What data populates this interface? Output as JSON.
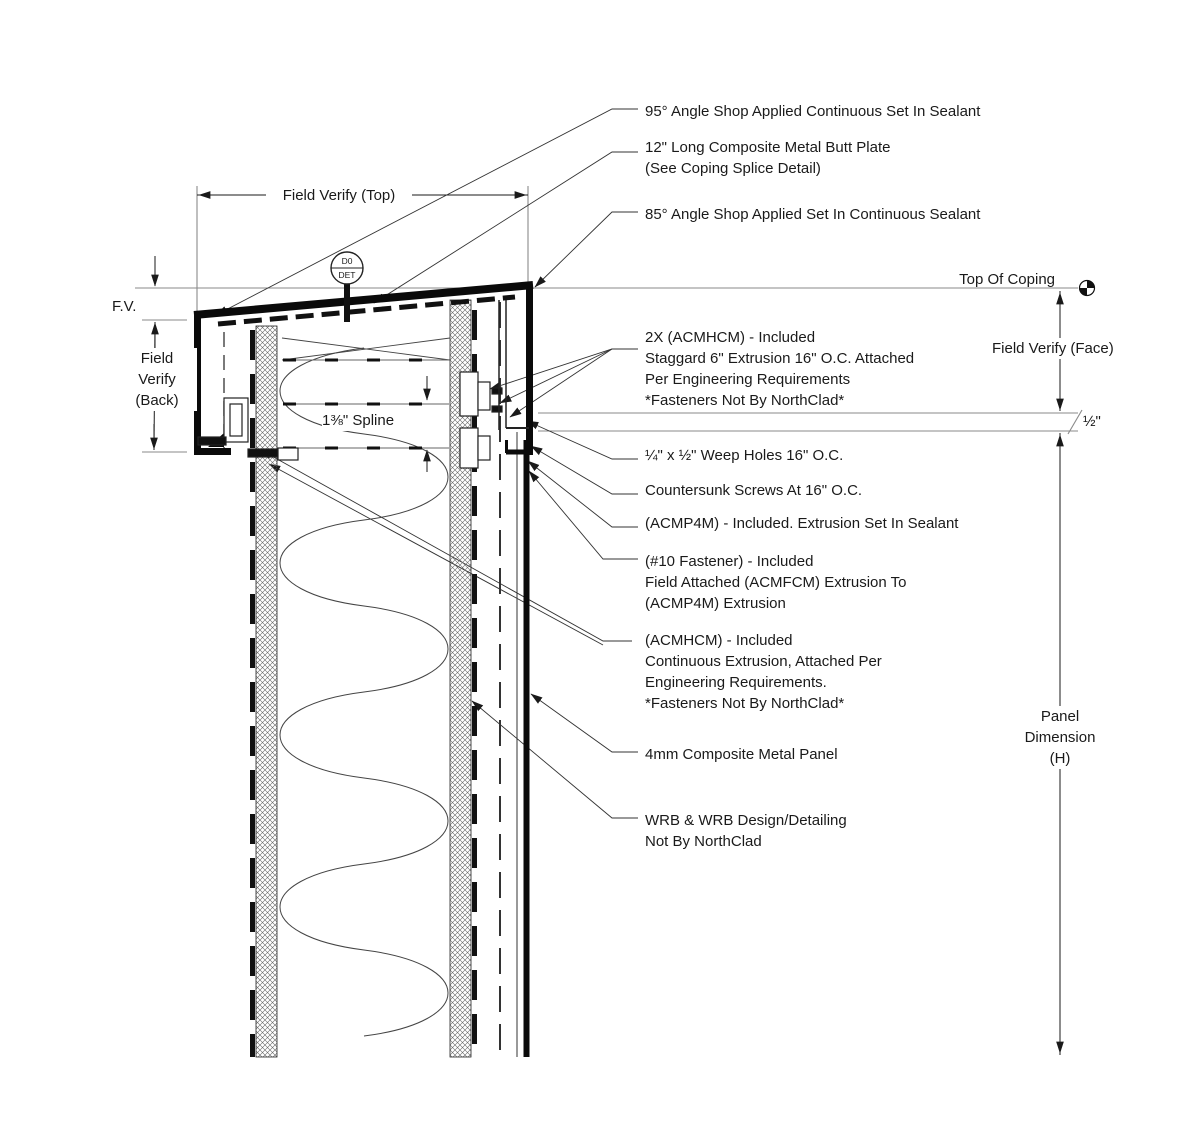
{
  "annotations": {
    "sealant_95": "95° Angle Shop Applied Continuous Set In Sealant",
    "butt_plate": [
      "12\" Long Composite Metal Butt Plate",
      "(See Coping Splice Detail)"
    ],
    "sealant_85": "85° Angle Shop Applied Set In Continuous Sealant",
    "extrusion_2x": [
      "2X (ACMHCM) - Included",
      "Staggard 6\" Extrusion 16\" O.C. Attached",
      "Per Engineering Requirements",
      "*Fasteners Not By NorthClad*"
    ],
    "weep_holes": "¼\" x ½\" Weep Holes 16\" O.C.",
    "countersunk": "Countersunk Screws At 16\" O.C.",
    "acmp4m": "(ACMP4M) - Included. Extrusion Set In Sealant",
    "fastener_10": [
      "(#10 Fastener) - Included",
      "Field Attached (ACMFCM) Extrusion To",
      "(ACMP4M) Extrusion"
    ],
    "acmhcm_continuous": [
      "(ACMHCM)  - Included",
      "Continuous Extrusion, Attached Per",
      "Engineering Requirements.",
      "*Fasteners Not By NorthClad*"
    ],
    "panel_4mm": "4mm Composite Metal Panel",
    "wrb": [
      "WRB & WRB Design/Detailing",
      "Not By NorthClad"
    ]
  },
  "dimensions": {
    "field_verify_top": "Field Verify (Top)",
    "fv": "F.V.",
    "field_verify_back": [
      "Field",
      "Verify",
      "(Back)"
    ],
    "top_of_coping": "Top Of Coping",
    "field_verify_face": "Field Verify (Face)",
    "half_inch": "½\"",
    "spline": "1⅜\" Spline",
    "panel_dimension": [
      "Panel",
      "Dimension",
      "(H)"
    ]
  },
  "detail_bubble": {
    "top": "D0",
    "bottom": "DET"
  },
  "colors": {
    "line": "#1a1a1a",
    "gray_line": "#8a8a8a"
  }
}
